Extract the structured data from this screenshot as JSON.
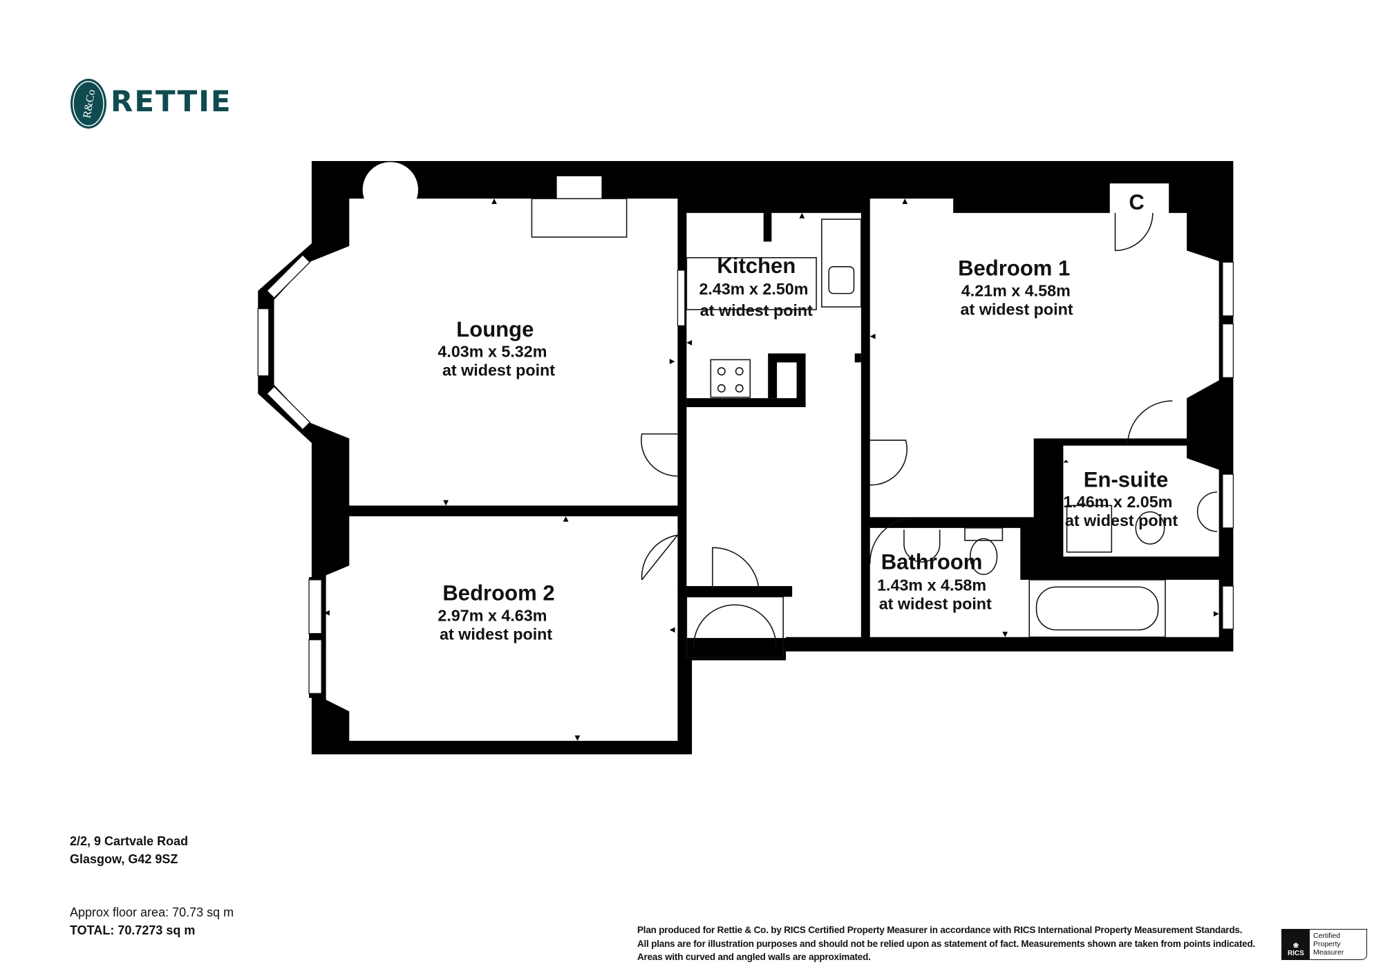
{
  "brand": {
    "name": "RETTIE",
    "monogram": "R&Co",
    "color": "#0f4b50"
  },
  "rooms": [
    {
      "name": "Lounge",
      "size": "4.03m x 5.32m",
      "note": "at widest point"
    },
    {
      "name": "Kitchen",
      "size": "2.43m x 2.50m",
      "note": "at widest point"
    },
    {
      "name": "Bedroom 1",
      "size": "4.21m x 4.58m",
      "note": "at widest point"
    },
    {
      "name": "En-suite",
      "size": "1.46m x 2.05m",
      "note": "at widest point"
    },
    {
      "name": "Bathroom",
      "size": "1.43m x 4.58m",
      "note": "at widest point"
    },
    {
      "name": "Bedroom 2",
      "size": "2.97m x 4.63m",
      "note": "at widest point"
    }
  ],
  "cupboard_label": "C",
  "address": {
    "line1": "2/2, 9 Cartvale Road",
    "line2": "Glasgow, G42 9SZ"
  },
  "area": {
    "approx": "Approx floor area: 70.73 sq m",
    "total": "TOTAL: 70.7273 sq m"
  },
  "disclaimer": [
    "Plan produced for Rettie & Co. by RICS Certified Property Measurer in accordance with RICS International Property Measurement Standards.",
    "All plans are for illustration purposes and should not be relied upon as statement of fact.  Measurements shown are taken from points indicated.",
    "Areas with curved and angled walls are approximated."
  ],
  "rics_badge": {
    "org": "RICS",
    "line1": "Certified",
    "line2": "Property",
    "line3": "Measurer"
  }
}
